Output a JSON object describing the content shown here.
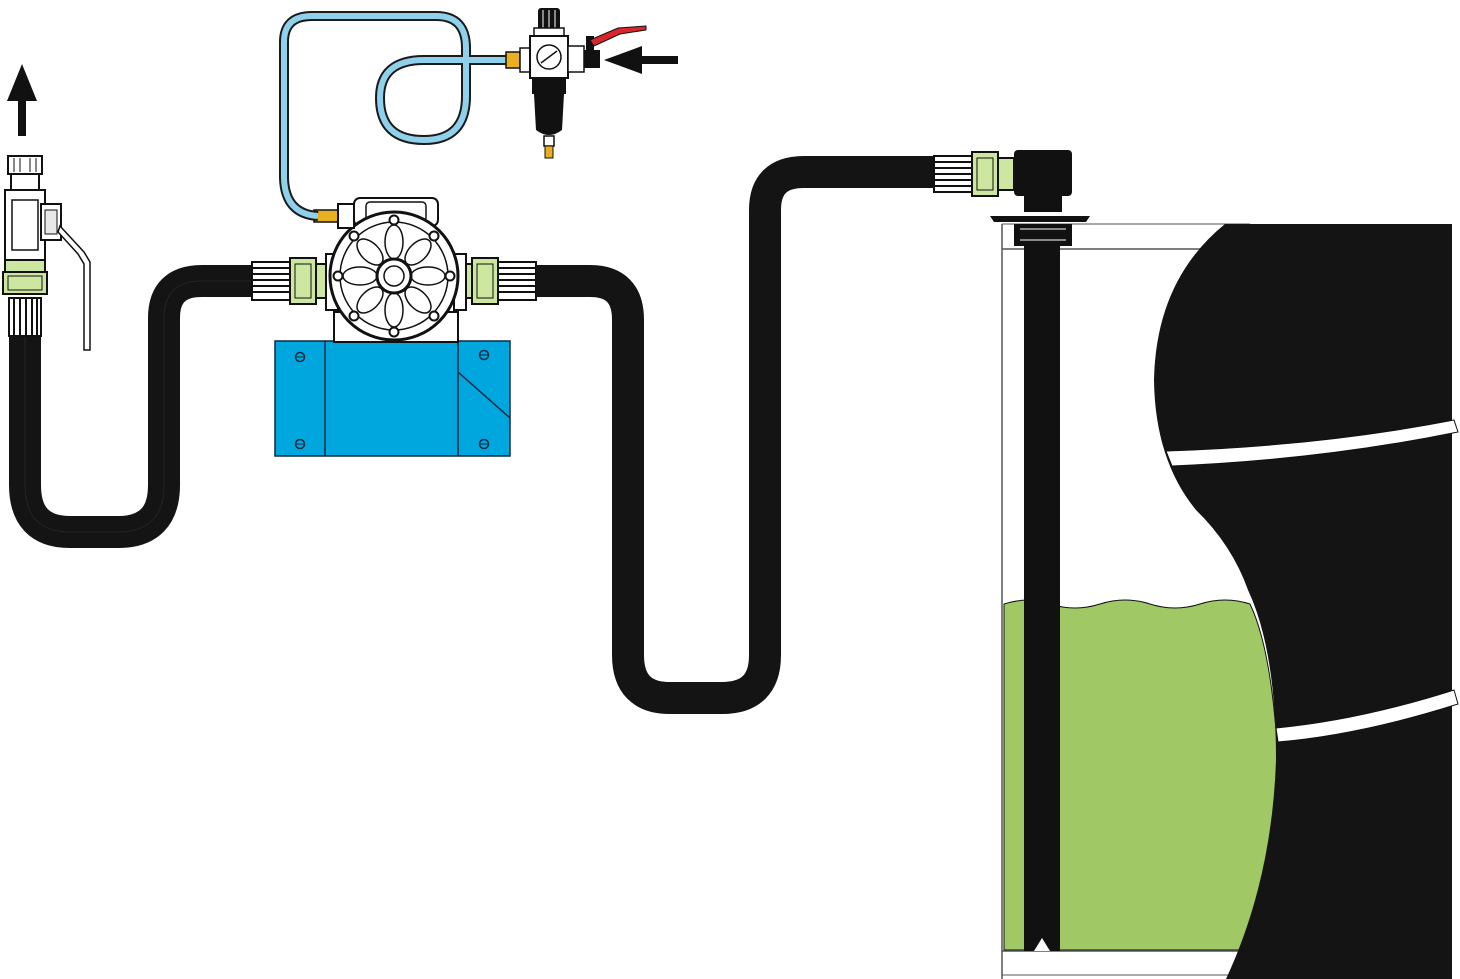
{
  "diagram": {
    "type": "diaphragm-pump-installation",
    "labels": [],
    "components": [
      {
        "name": "outlet-flow-arrow",
        "direction": "up"
      },
      {
        "name": "outlet-ball-valve"
      },
      {
        "name": "discharge-hose"
      },
      {
        "name": "air-operated-diaphragm-pump"
      },
      {
        "name": "pump-mounting-base"
      },
      {
        "name": "air-supply-hose"
      },
      {
        "name": "air-filter-regulator"
      },
      {
        "name": "air-shutoff-valve"
      },
      {
        "name": "compressed-air-inlet-arrow",
        "direction": "left"
      },
      {
        "name": "suction-hose"
      },
      {
        "name": "suction-lance"
      },
      {
        "name": "drum"
      }
    ],
    "colors": {
      "hose": "#1a1a1a",
      "air_hose": "#8fd0ea",
      "pump_base": "#00a7de",
      "fitting": "#cde6a0",
      "liquid": "#a0c865",
      "drum": "#141414",
      "valve_handle": "#d7262c",
      "fitting_brass": "#e8b020"
    }
  }
}
